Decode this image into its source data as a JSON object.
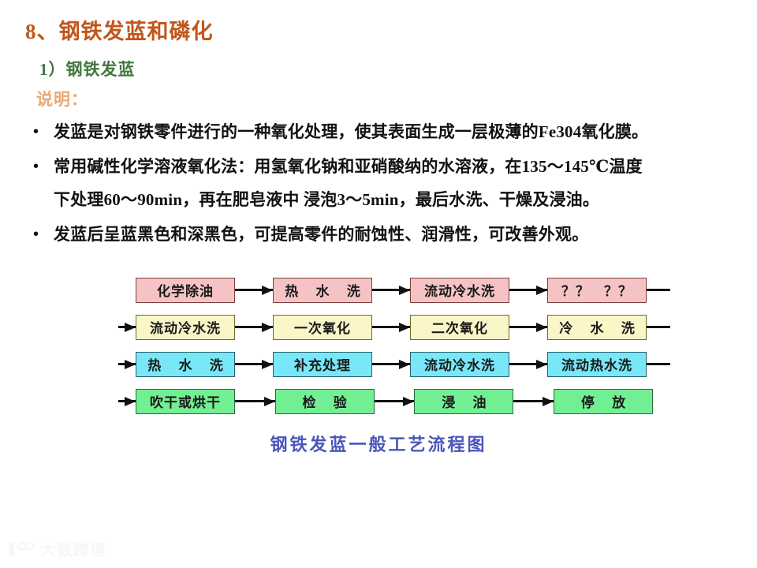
{
  "heading": {
    "title": "8、钢铁发蓝和磷化",
    "subtitle": "1）钢铁发蓝",
    "note_label": "说明："
  },
  "bullets": [
    {
      "marker": "•",
      "lines": [
        "发蓝是对钢铁零件进行的一种氧化处理，使其表面生成一层极薄的Fe304氧化膜。"
      ]
    },
    {
      "marker": "•",
      "lines": [
        "常用碱性化学溶液氧化法：用氢氧化钠和亚硝酸纳的水溶液，在135～145℃温度",
        "下处理60～90min，再在肥皂液中 浸泡3～5min，最后水洗、干燥及浸油。"
      ]
    },
    {
      "marker": "•",
      "lines": [
        "发蓝后呈蓝黑色和深黑色，可提高零件的耐蚀性、润滑性，可改善外观。"
      ]
    }
  ],
  "flowchart": {
    "caption": "钢铁发蓝一般工艺流程图",
    "colors": {
      "pink": "#f5c3c3",
      "yellow": "#faf6c8",
      "cyan": "#78e8f8",
      "green": "#72ef92"
    },
    "rows": [
      {
        "color": "pink",
        "entry": false,
        "exit": true,
        "nodes": [
          "化学除油",
          "热 水 洗",
          "流动冷水洗",
          "？？　？？"
        ]
      },
      {
        "color": "yellow",
        "entry": true,
        "exit": true,
        "nodes": [
          "流动冷水洗",
          "一次氧化",
          "二次氧化",
          "冷 水 洗"
        ]
      },
      {
        "color": "cyan",
        "entry": true,
        "exit": true,
        "nodes": [
          "热 水 洗",
          "补充处理",
          "流动冷水洗",
          "流动热水洗"
        ]
      },
      {
        "color": "green",
        "entry": true,
        "exit": false,
        "nodes": [
          "吹干或烘干",
          "检 验",
          "浸 油",
          "停 放"
        ]
      }
    ]
  },
  "watermark": {
    "text": "大数跨境"
  }
}
